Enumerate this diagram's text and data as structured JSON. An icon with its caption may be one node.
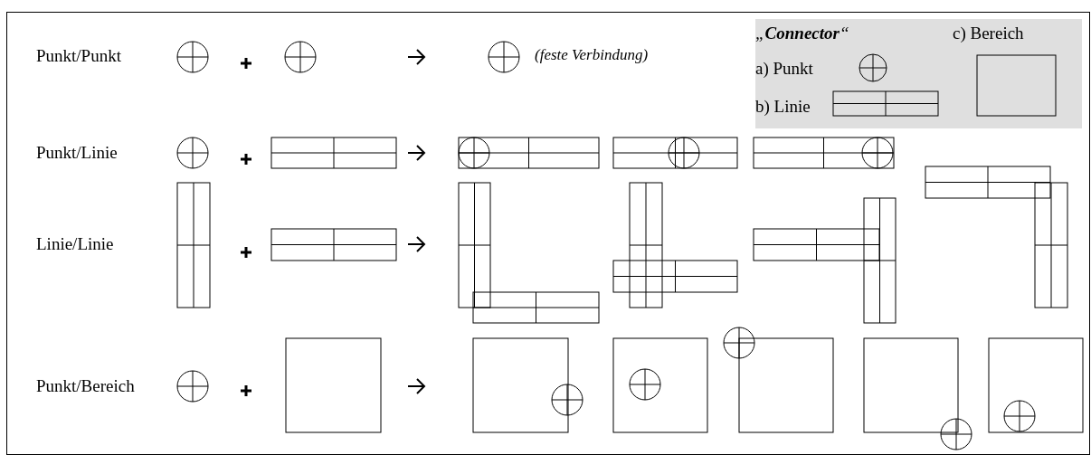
{
  "diagram": {
    "labels": [
      "Punkt/Punkt",
      "(feste Verbindung)",
      "„**Connector**“",
      "Punkt/Linie",
      "Linie/Linie",
      "Punkt/Bereich"
    ],
    "legend": [
      {
        "text": "a) Punkt"
      },
      {
        "text": "b) Linie"
      },
      {
        "text": "c) Bereich"
      }
    ]
  }
}
